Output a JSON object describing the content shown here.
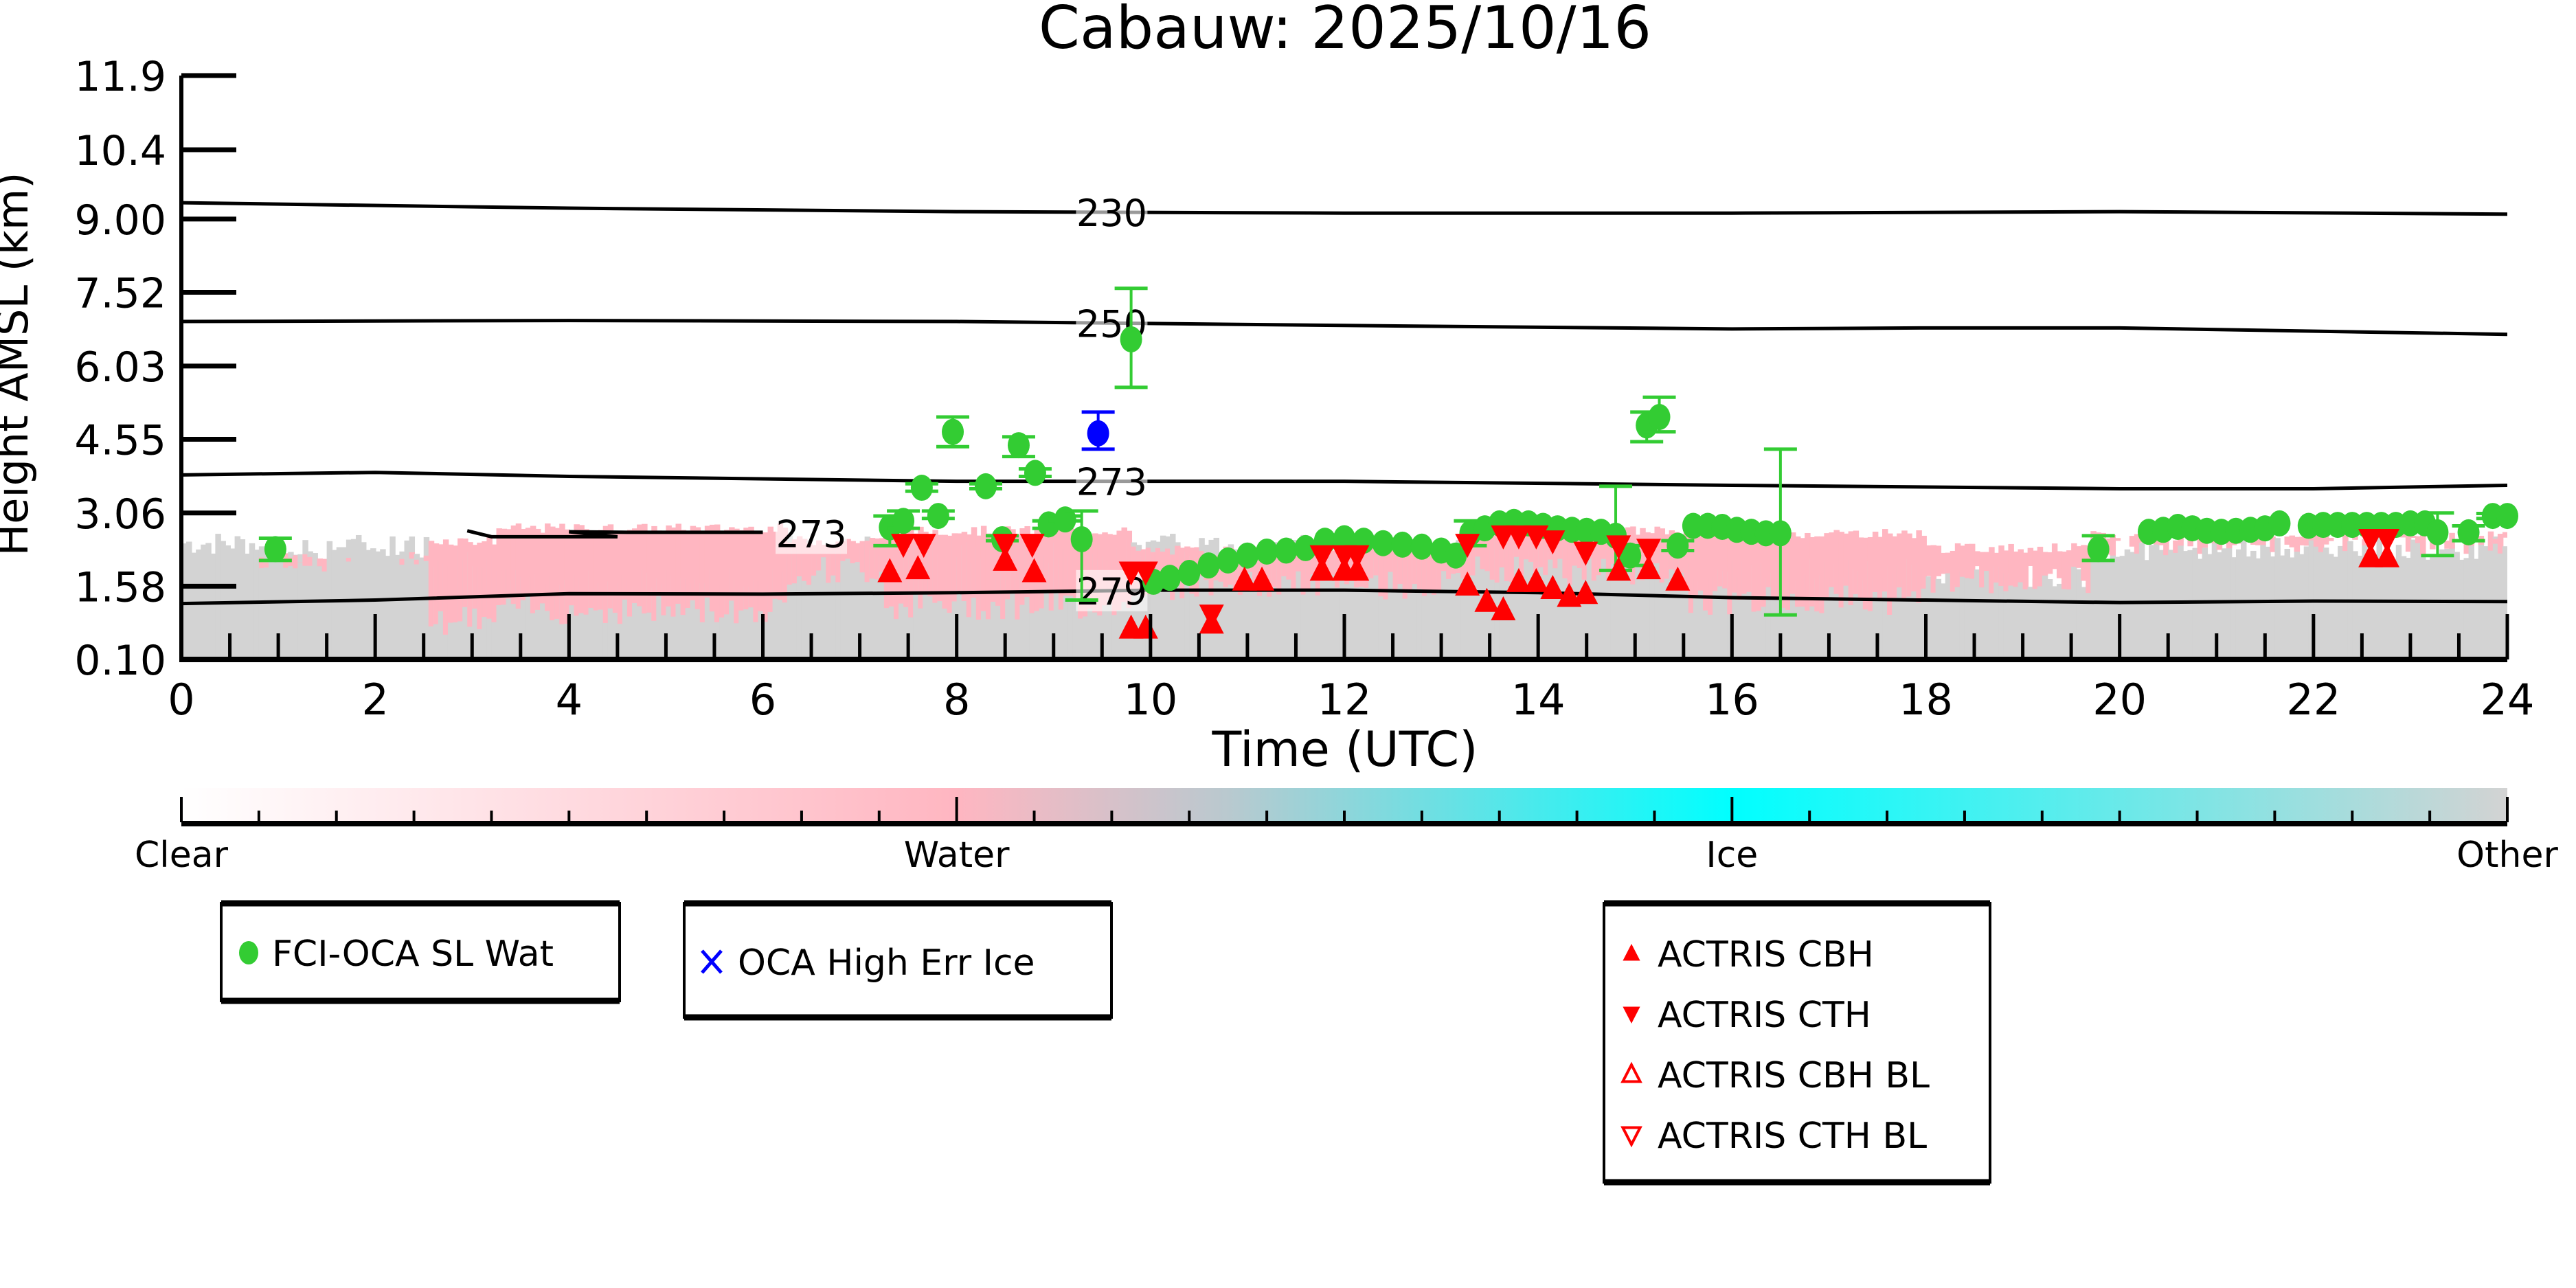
{
  "chart_data": {
    "type": "scatter",
    "title": "Cabauw: 2025/10/16",
    "xlabel": "Time (UTC)",
    "ylabel": "Height AMSL (km)",
    "xlim": [
      0,
      24
    ],
    "ylim": [
      0.1,
      11.9
    ],
    "xticks": [
      "0",
      "2",
      "4",
      "6",
      "8",
      "10",
      "12",
      "14",
      "16",
      "18",
      "20",
      "22",
      "24"
    ],
    "yticks": [
      "0.10",
      "1.58",
      "3.06",
      "4.55",
      "6.03",
      "7.52",
      "9.00",
      "10.4",
      "11.9"
    ],
    "ytick_values": [
      0.1,
      1.58,
      3.06,
      4.55,
      6.03,
      7.52,
      9.0,
      10.4,
      11.9
    ],
    "series": [
      {
        "name": "FCI-OCA SL Wat",
        "marker": "circle",
        "color": "#33cc33",
        "points": [
          [
            0.97,
            2.33,
            2.1,
            2.55
          ],
          [
            7.31,
            2.77,
            2.4,
            3.0
          ],
          [
            7.45,
            2.9,
            2.75,
            3.1
          ],
          [
            7.64,
            3.57,
            3.5,
            3.65
          ],
          [
            7.81,
            3.0,
            2.95,
            3.1
          ],
          [
            7.96,
            4.7,
            4.4,
            5.0
          ],
          [
            8.3,
            3.6,
            3.55,
            3.65
          ],
          [
            8.47,
            2.53,
            2.5,
            2.6
          ],
          [
            8.64,
            4.43,
            4.2,
            4.6
          ],
          [
            8.81,
            3.87,
            3.8,
            3.95
          ],
          [
            8.95,
            2.83,
            2.75,
            2.9
          ],
          [
            9.12,
            2.93,
            2.9,
            3.0
          ],
          [
            9.29,
            2.53,
            1.3,
            3.1
          ],
          [
            9.8,
            6.57,
            5.6,
            7.6
          ],
          [
            10.03,
            1.67,
            null,
            null
          ],
          [
            10.2,
            1.75,
            null,
            null
          ],
          [
            10.4,
            1.85,
            null,
            null
          ],
          [
            10.6,
            2.0,
            null,
            null
          ],
          [
            10.8,
            2.1,
            null,
            null
          ],
          [
            11.0,
            2.2,
            null,
            null
          ],
          [
            11.2,
            2.28,
            null,
            null
          ],
          [
            11.4,
            2.3,
            null,
            null
          ],
          [
            11.6,
            2.35,
            null,
            null
          ],
          [
            11.8,
            2.5,
            null,
            null
          ],
          [
            12.0,
            2.55,
            null,
            null
          ],
          [
            12.2,
            2.5,
            null,
            null
          ],
          [
            12.4,
            2.45,
            null,
            null
          ],
          [
            12.6,
            2.42,
            null,
            null
          ],
          [
            12.8,
            2.38,
            null,
            null
          ],
          [
            13.0,
            2.3,
            null,
            null
          ],
          [
            13.15,
            2.2,
            null,
            null
          ],
          [
            13.3,
            2.65,
            2.4,
            2.9
          ],
          [
            13.45,
            2.75,
            null,
            null
          ],
          [
            13.6,
            2.85,
            null,
            null
          ],
          [
            13.75,
            2.88,
            null,
            null
          ],
          [
            13.9,
            2.85,
            null,
            null
          ],
          [
            14.05,
            2.8,
            null,
            null
          ],
          [
            14.2,
            2.75,
            null,
            null
          ],
          [
            14.35,
            2.72,
            null,
            null
          ],
          [
            14.5,
            2.7,
            null,
            null
          ],
          [
            14.65,
            2.68,
            null,
            null
          ],
          [
            14.8,
            2.6,
            1.9,
            3.6
          ],
          [
            14.95,
            2.2,
            2.0,
            2.4
          ],
          [
            15.12,
            4.83,
            4.5,
            5.1
          ],
          [
            15.25,
            5.0,
            4.7,
            5.4
          ],
          [
            15.44,
            2.4,
            2.3,
            2.5
          ],
          [
            15.6,
            2.8,
            null,
            null
          ],
          [
            15.75,
            2.8,
            null,
            null
          ],
          [
            15.9,
            2.78,
            null,
            null
          ],
          [
            16.05,
            2.72,
            null,
            null
          ],
          [
            16.2,
            2.68,
            null,
            null
          ],
          [
            16.35,
            2.65,
            null,
            null
          ],
          [
            16.5,
            2.65,
            1.0,
            4.35
          ],
          [
            19.78,
            2.33,
            2.1,
            2.6
          ],
          [
            20.3,
            2.68,
            null,
            null
          ],
          [
            20.45,
            2.72,
            null,
            null
          ],
          [
            20.6,
            2.78,
            null,
            null
          ],
          [
            20.75,
            2.75,
            null,
            null
          ],
          [
            20.9,
            2.7,
            null,
            null
          ],
          [
            21.05,
            2.68,
            null,
            null
          ],
          [
            21.2,
            2.7,
            null,
            null
          ],
          [
            21.35,
            2.72,
            null,
            null
          ],
          [
            21.5,
            2.75,
            null,
            null
          ],
          [
            21.65,
            2.85,
            null,
            null
          ],
          [
            21.95,
            2.8,
            null,
            null
          ],
          [
            22.1,
            2.82,
            null,
            null
          ],
          [
            22.25,
            2.82,
            null,
            null
          ],
          [
            22.4,
            2.82,
            null,
            null
          ],
          [
            22.55,
            2.82,
            null,
            null
          ],
          [
            22.7,
            2.82,
            null,
            null
          ],
          [
            22.85,
            2.82,
            null,
            null
          ],
          [
            23.0,
            2.85,
            null,
            null
          ],
          [
            23.15,
            2.85,
            null,
            null
          ],
          [
            23.28,
            2.67,
            2.2,
            3.06
          ],
          [
            23.6,
            2.67,
            2.5,
            2.8
          ],
          [
            23.85,
            3.0,
            2.95,
            3.05
          ],
          [
            24.0,
            3.0,
            null,
            null
          ]
        ]
      },
      {
        "name": "OCA High Err Ice",
        "marker": "x",
        "color": "#0000ff",
        "points": [
          [
            9.46,
            4.67,
            4.35,
            5.1
          ]
        ]
      },
      {
        "name": "ACTRIS CBH",
        "marker": "triangle-up",
        "color": "#ff0000",
        "points": [
          [
            7.31,
            1.87
          ],
          [
            7.6,
            1.93
          ],
          [
            8.5,
            2.1
          ],
          [
            8.8,
            1.87
          ],
          [
            9.8,
            0.73
          ],
          [
            9.95,
            0.73
          ],
          [
            10.63,
            0.83
          ],
          [
            10.97,
            1.7
          ],
          [
            11.15,
            1.7
          ],
          [
            11.77,
            1.9
          ],
          [
            12.0,
            1.9
          ],
          [
            12.13,
            1.9
          ],
          [
            13.27,
            1.6
          ],
          [
            13.47,
            1.27
          ],
          [
            13.64,
            1.1
          ],
          [
            13.8,
            1.67
          ],
          [
            13.98,
            1.67
          ],
          [
            14.15,
            1.53
          ],
          [
            14.32,
            1.37
          ],
          [
            14.49,
            1.43
          ],
          [
            14.83,
            1.9
          ],
          [
            15.14,
            1.93
          ],
          [
            15.44,
            1.7
          ],
          [
            22.59,
            2.17
          ],
          [
            22.76,
            2.17
          ]
        ]
      },
      {
        "name": "ACTRIS CTH",
        "marker": "triangle-down",
        "color": "#ff0000",
        "points": [
          [
            7.45,
            2.43
          ],
          [
            7.66,
            2.43
          ],
          [
            8.5,
            2.43
          ],
          [
            8.78,
            2.43
          ],
          [
            9.8,
            1.87
          ],
          [
            9.95,
            1.87
          ],
          [
            10.63,
            1.0
          ],
          [
            11.77,
            2.2
          ],
          [
            12.0,
            2.2
          ],
          [
            12.13,
            2.2
          ],
          [
            13.27,
            2.43
          ],
          [
            13.64,
            2.6
          ],
          [
            13.8,
            2.6
          ],
          [
            13.98,
            2.6
          ],
          [
            14.15,
            2.5
          ],
          [
            14.49,
            2.27
          ],
          [
            14.83,
            2.4
          ],
          [
            15.14,
            2.33
          ],
          [
            22.59,
            2.53
          ],
          [
            22.76,
            2.53
          ]
        ]
      },
      {
        "name": "ACTRIS CBH BL",
        "marker": "triangle-up-open",
        "color": "#ff0000",
        "points": []
      },
      {
        "name": "ACTRIS CTH BL",
        "marker": "triangle-down-open",
        "color": "#ff0000",
        "points": []
      }
    ],
    "contours": [
      {
        "label": "230",
        "x": [
          0,
          4,
          8,
          12,
          16,
          20,
          24
        ],
        "y": [
          9.33,
          9.22,
          9.15,
          9.12,
          9.12,
          9.15,
          9.1
        ],
        "label_x": 9.6
      },
      {
        "label": "250",
        "x": [
          0,
          4,
          8,
          12,
          16,
          18,
          20,
          24
        ],
        "y": [
          6.93,
          6.95,
          6.93,
          6.85,
          6.78,
          6.8,
          6.8,
          6.67
        ],
        "label_x": 9.6
      },
      {
        "label": "273",
        "x": [
          0,
          2,
          4,
          8,
          12,
          16,
          20,
          22,
          24
        ],
        "y": [
          3.83,
          3.88,
          3.8,
          3.7,
          3.7,
          3.62,
          3.55,
          3.55,
          3.62
        ],
        "label_x": 9.6
      },
      {
        "label": "279",
        "x": [
          0,
          2,
          4,
          6,
          8,
          10,
          12,
          14,
          16,
          18,
          20,
          22,
          24
        ],
        "y": [
          1.23,
          1.3,
          1.43,
          1.42,
          1.45,
          1.5,
          1.5,
          1.45,
          1.35,
          1.3,
          1.25,
          1.28,
          1.27
        ],
        "label_x": 9.6
      },
      {
        "label": "273",
        "x": [
          2.95,
          3.2,
          4.5,
          4.0,
          4.6,
          6.0
        ],
        "y": [
          2.7,
          2.58,
          2.58,
          2.68,
          2.67,
          2.67
        ],
        "label_x": 6.5,
        "label_y": 2.65,
        "open": true
      }
    ],
    "colorbar": {
      "labels": [
        "Clear",
        "Water",
        "Ice",
        "Other"
      ],
      "colors": [
        "#ffffff",
        "#ffb6c1",
        "#00ffff",
        "#d3d3d3"
      ]
    },
    "legends": [
      {
        "items": [
          "FCI-OCA SL Wat"
        ]
      },
      {
        "items": [
          "OCA High Err Ice"
        ]
      },
      {
        "items": [
          "ACTRIS CBH",
          "ACTRIS CTH",
          "ACTRIS CBH BL",
          "ACTRIS CTH BL"
        ]
      }
    ]
  }
}
